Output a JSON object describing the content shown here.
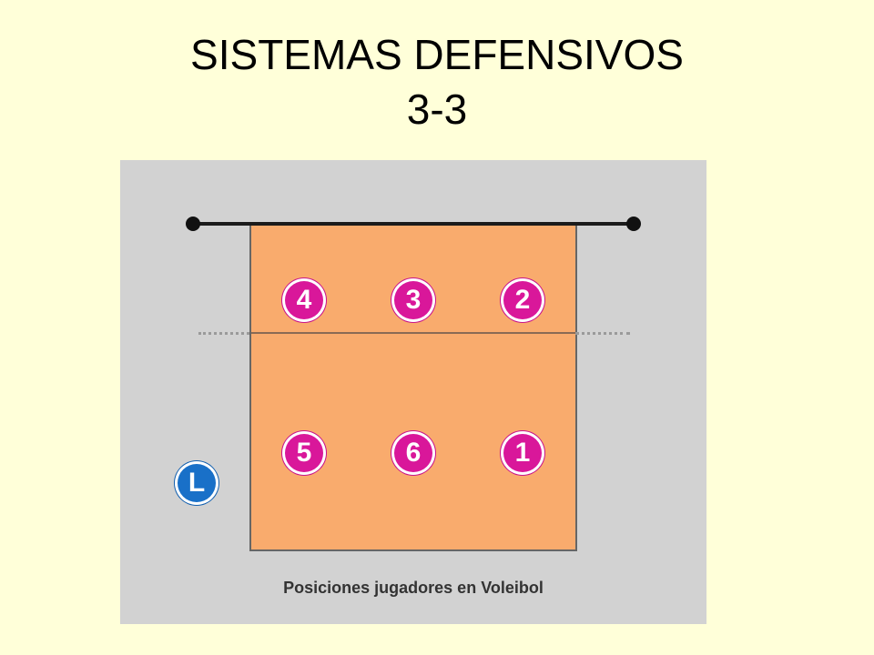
{
  "title": {
    "line1": "SISTEMAS DEFENSIVOS",
    "line2": "3-3"
  },
  "court": {
    "players": {
      "p4": "4",
      "p3": "3",
      "p2": "2",
      "p5": "5",
      "p6": "6",
      "p1": "1",
      "libero": "L"
    },
    "caption": "Posiciones jugadores en Voleibol"
  },
  "colors": {
    "background": "#ffffd9",
    "panel": "#d2d2d2",
    "court": "#f9ab6d",
    "player": "#d9179a",
    "libero": "#1970c8"
  }
}
